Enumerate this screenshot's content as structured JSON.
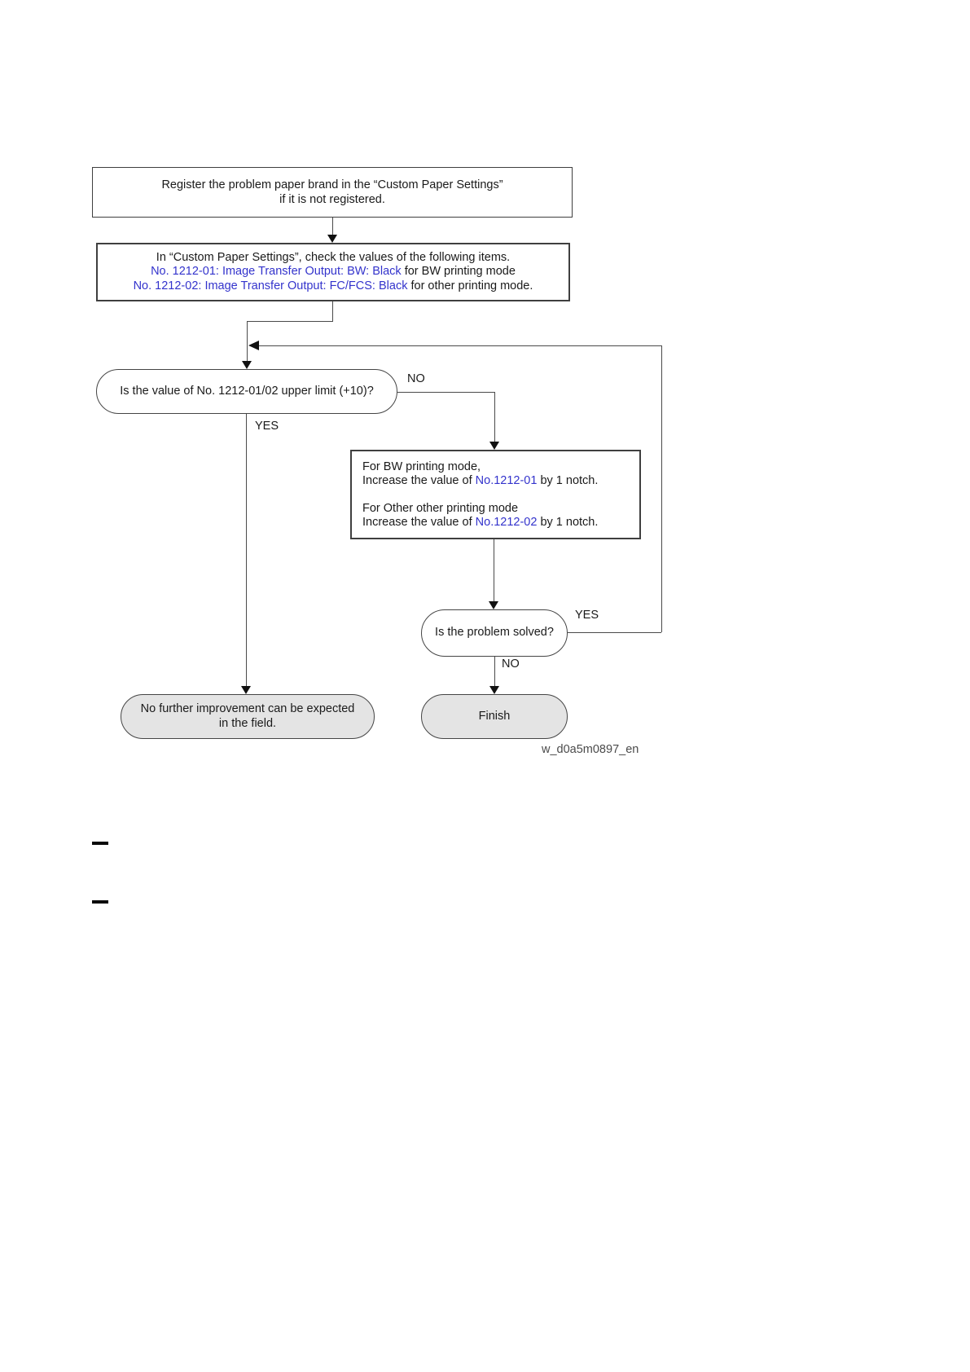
{
  "flowchart": {
    "caption": "w_d0a5m0897_en",
    "colors": {
      "accent_blue": "#3333cc",
      "line": "#4a4a4a",
      "terminal_fill": "#e4e4e4",
      "node_border": "#3f3f3f"
    },
    "nodes": {
      "register": {
        "line1": "Register the problem paper brand in the “Custom Paper Settings”",
        "line2": "if it is not registered."
      },
      "check": {
        "line1": "In “Custom Paper Settings”, check the values of the following items.",
        "line2_blue": "No. 1212-01: Image Transfer Output: BW: Black",
        "line2_rest": " for BW printing mode",
        "line3_blue": "No. 1212-02: Image Transfer Output: FC/FCS: Black",
        "line3_rest": " for other printing mode."
      },
      "decision_upper_limit": {
        "text": "Is the value of No. 1212-01/02 upper limit (+10)?"
      },
      "action_increase": {
        "line1": "For BW printing mode,",
        "line2_pre": "Increase the value of ",
        "line2_blue": "No.1212-01",
        "line2_post": " by 1 notch.",
        "line4": "For Other other printing mode",
        "line5_pre": "Increase the value of ",
        "line5_blue": "No.1212-02",
        "line5_post": " by 1 notch."
      },
      "decision_solved": {
        "text": "Is the problem solved?"
      },
      "no_improvement": {
        "line1": "No further improvement can be expected",
        "line2": "in the field."
      },
      "finish": {
        "text": "Finish"
      }
    },
    "labels": {
      "yes1": "YES",
      "no1": "NO",
      "yes2": "YES",
      "no2": "NO"
    }
  }
}
